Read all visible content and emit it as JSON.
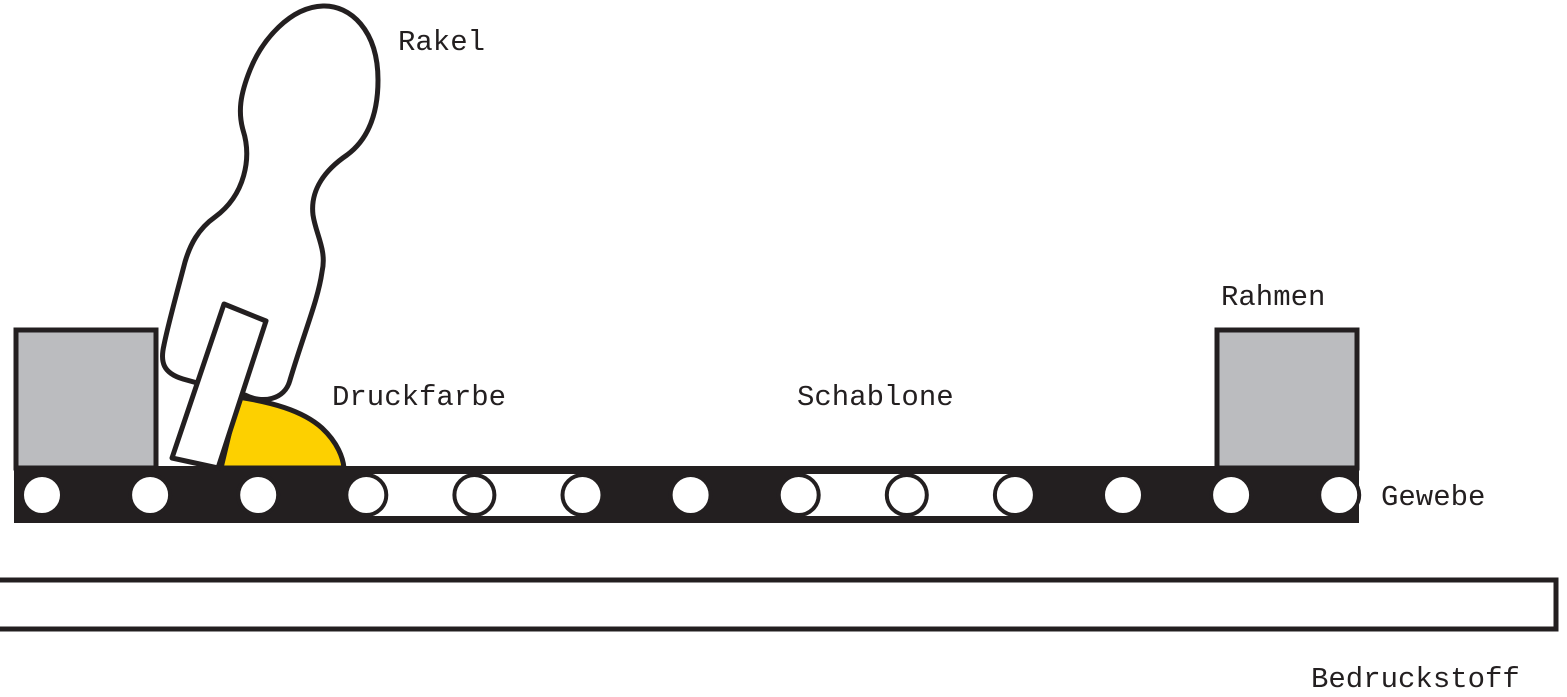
{
  "labels": {
    "squeegee": "Rakel",
    "frame": "Rahmen",
    "ink": "Druckfarbe",
    "stencil": "Schablone",
    "mesh": "Gewebe",
    "substrate": "Bedruckstoff"
  },
  "colors": {
    "outline": "#231f20",
    "frame_fill": "#bbbcbf",
    "ink_fill": "#fdd000",
    "background": "#ffffff"
  }
}
